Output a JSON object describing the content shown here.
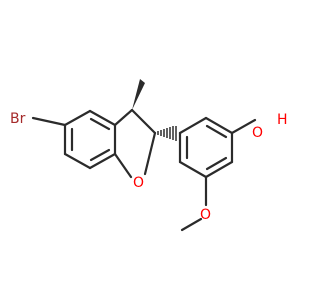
{
  "molecule": {
    "atoms": {
      "bromine": {
        "symbol": "Br",
        "color": "#a52a2a"
      },
      "ring_oxygen": {
        "symbol": "O",
        "color": "#ff0000"
      },
      "methoxy_oxygen": {
        "symbol": "O",
        "color": "#ff0000"
      },
      "hydroxyl_oxygen": {
        "symbol": "O",
        "color": "#ff0000"
      },
      "hydroxyl_hydrogen": {
        "symbol": "H",
        "color": "#ff0000"
      }
    },
    "bond_color": "#2b2b2b"
  }
}
